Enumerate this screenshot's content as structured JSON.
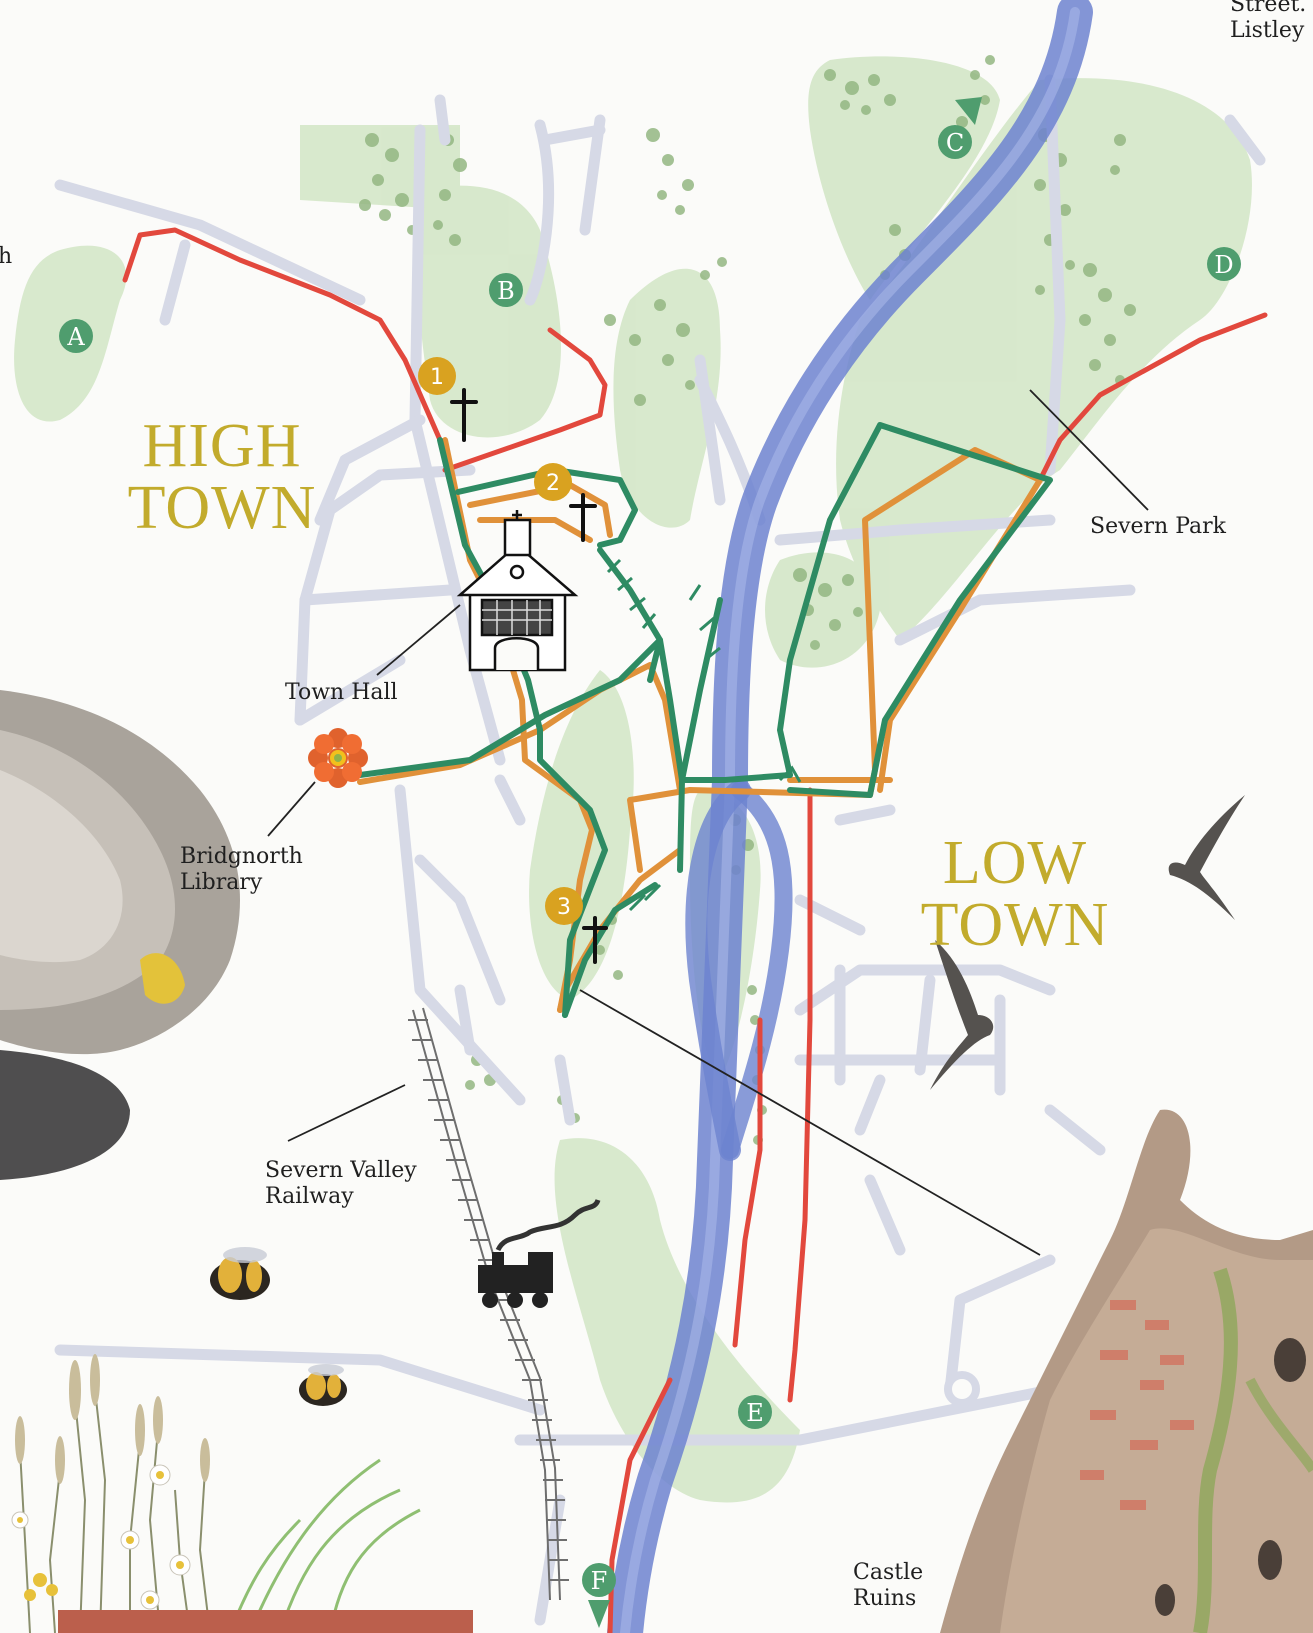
{
  "map": {
    "districts": {
      "high_town": "HIGH\nTOWN",
      "low_town": "LOW\nTOWN"
    },
    "labels": {
      "town_hall": "Town Hall",
      "library": "Bridgnorth\nLibrary",
      "severn_park": "Severn Park",
      "railway": "Severn Valley\nRailway",
      "castle": "Castle\nRuins",
      "corner_top_right": "Street.\nListley",
      "edge_left": "h"
    },
    "points": {
      "a": "A",
      "b": "B",
      "c": "C",
      "d": "D",
      "e": "E",
      "f": "F"
    },
    "stops": {
      "s1": "1",
      "s2": "2",
      "s3": "3"
    },
    "colors": {
      "green_route": "#2e8b63",
      "orange_route": "#e0913a",
      "red_route": "#e2483d",
      "river": "#6d83d0",
      "park": "#d4e7c8",
      "road": "#d6d9e6",
      "district_text": "#c2ab2c",
      "marker_green": "#4f9d6e",
      "marker_gold": "#d9a220"
    }
  }
}
